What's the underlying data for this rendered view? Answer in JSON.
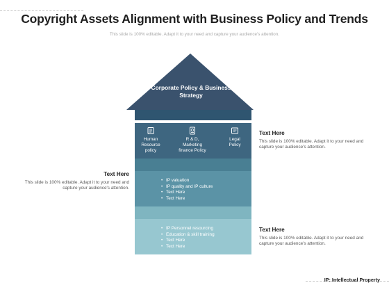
{
  "title": "Copyright Assets Alignment with Business Policy and Trends",
  "subtitle": "This slide is 100% editable. Adapt it to your need and capture your audience's attention.",
  "colors": {
    "top": "#3a526d",
    "band1": "#3e6680",
    "band1_fold": "#2f5570",
    "band2": "#5b93a6",
    "band2_fold": "#497f93",
    "band3": "#97c7d0",
    "band3_fold": "#7fb5c0"
  },
  "arrow": {
    "label": "Corporate Policy & Business Strategy"
  },
  "band1": {
    "columns": [
      {
        "icon": "human-resource-icon",
        "label": "Human\nResource\npolicy"
      },
      {
        "icon": "marketing-finance-icon",
        "label": "R & D,\nMarketing\nfinance Policy"
      },
      {
        "icon": "legal-policy-icon",
        "label": "Legal\nPolicy"
      }
    ]
  },
  "band2": {
    "items": [
      "IP valuation",
      "IP quality and IP culture",
      "Text Here",
      "Text Here"
    ]
  },
  "band3": {
    "items": [
      "IP Personnel resourcing",
      "Education & skill training",
      "Text Here",
      "Text Here"
    ]
  },
  "callouts": [
    {
      "heading": "Text Here",
      "body": "This slide is 100% editable. Adapt it to your need and capture your audience's attention."
    },
    {
      "heading": "Text Here",
      "body": "This slide is 100% editable. Adapt it to your need and capture your audience's attention."
    },
    {
      "heading": "Text Here",
      "body": "This slide is 100% editable. Adapt it to your need and capture your audience's attention."
    }
  ],
  "footer": "IP: Intellectual Property"
}
